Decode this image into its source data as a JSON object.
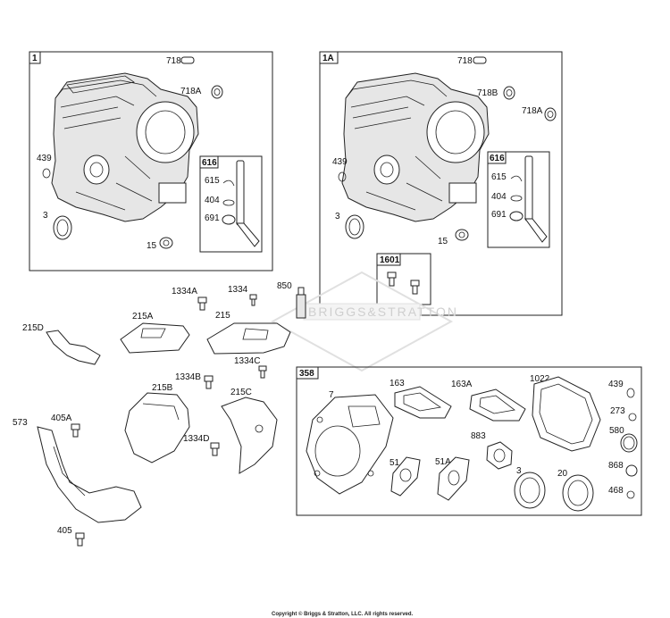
{
  "box1": {
    "title": "1",
    "sub_title": "616",
    "labels": [
      "718",
      "718A",
      "439",
      "3",
      "15",
      "615",
      "404",
      "691"
    ]
  },
  "box1A": {
    "title": "1A",
    "sub_title": "616",
    "sub2_title": "1601",
    "labels": [
      "718",
      "718B",
      "718A",
      "439",
      "3",
      "15",
      "615",
      "404",
      "691"
    ]
  },
  "middle": {
    "labels": [
      "1334A",
      "1334",
      "850",
      "215D",
      "215A",
      "215",
      "1334C",
      "1334B",
      "215B",
      "215C",
      "1334D",
      "573",
      "405A",
      "405"
    ]
  },
  "box358": {
    "title": "358",
    "labels": [
      "7",
      "163",
      "163A",
      "1022",
      "439",
      "273",
      "580",
      "883",
      "51",
      "51A",
      "3",
      "20",
      "868",
      "468"
    ]
  },
  "watermark": "BRIGGS&STRATTON",
  "copyright": "Copyright © Briggs & Stratton, LLC. All rights reserved."
}
